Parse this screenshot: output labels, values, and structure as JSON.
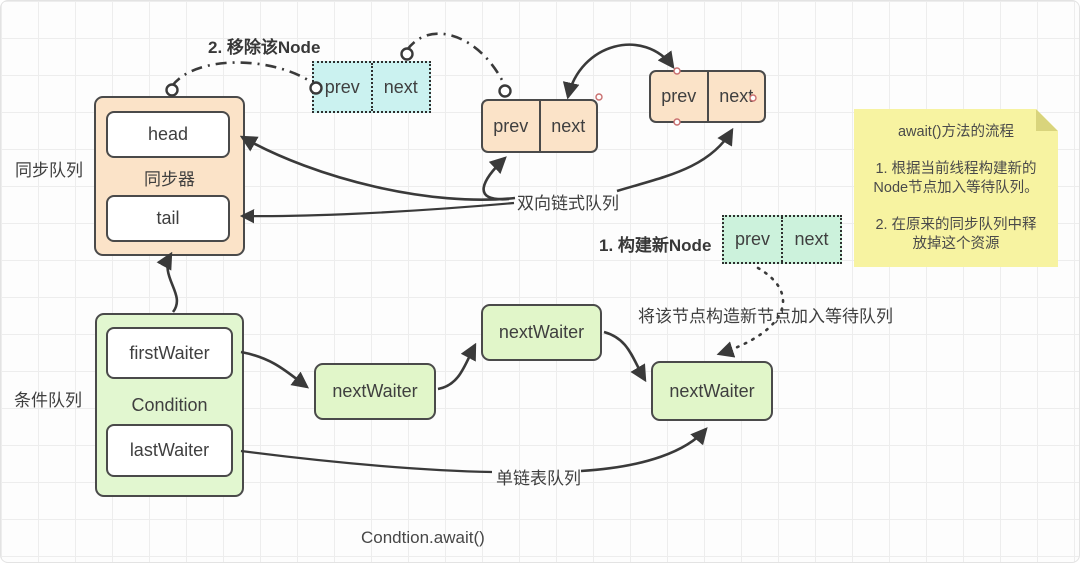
{
  "labels": {
    "sync_queue": "同步队列",
    "condition_queue": "条件队列",
    "remove_node": "2. 移除该Node",
    "build_node": "1. 构建新Node",
    "doubly_linked": "双向链式队列",
    "singly_linked": "单链表队列",
    "join_wait": "将该节点构造新节点加入等待队列",
    "caption": "Condtion.await()"
  },
  "synchronizer": {
    "title": "同步器",
    "head": "head",
    "tail": "tail"
  },
  "condition": {
    "title": "Condition",
    "first_waiter": "firstWaiter",
    "last_waiter": "lastWaiter"
  },
  "cells": {
    "prev": "prev",
    "next": "next"
  },
  "waiters": [
    {
      "label": "nextWaiter"
    },
    {
      "label": "nextWaiter"
    },
    {
      "label": "nextWaiter"
    }
  ],
  "note": {
    "title": "await()方法的流程",
    "item1": "1. 根据当前线程构建新的\nNode节点加入等待队列。",
    "item2": "2. 在原来的同步队列中释\n放掉这个资源"
  },
  "colors": {
    "node_orange": "#fbe3c8",
    "waiter_green": "#e1f6c9",
    "container_green": "#e2f7d0",
    "dotted_teal": "#cbf2f0",
    "dotted_mint": "#ccf2dc",
    "note_yellow": "#f7f3a1",
    "stroke": "#3a3a3a"
  }
}
